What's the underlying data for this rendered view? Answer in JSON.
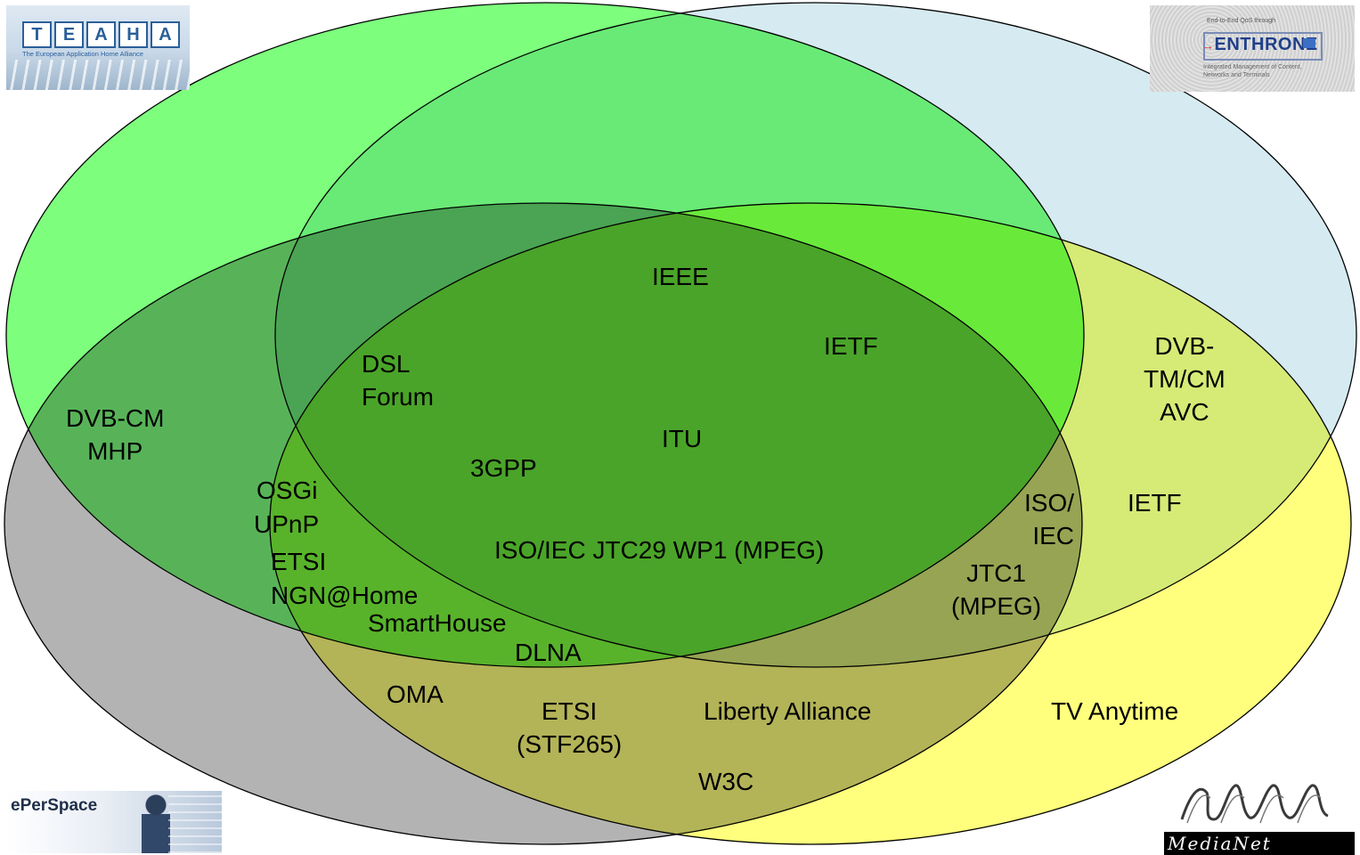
{
  "sets": [
    {
      "id": "green",
      "fill": "#66ff66"
    },
    {
      "id": "blue",
      "fill": "#cfe6ef"
    },
    {
      "id": "gray",
      "fill": "#a6a6a6"
    },
    {
      "id": "yellow",
      "fill": "#ffff66"
    }
  ],
  "labels": {
    "ieee": "IEEE",
    "ietf_center": "IETF",
    "dsl": "DSL",
    "forum": "Forum",
    "itu": "ITU",
    "threegpp": "3GPP",
    "mpeg_center": "ISO/IEC JTC29 WP1 (MPEG)",
    "dvbcm": "DVB-CM",
    "mhp": "MHP",
    "osgi": "OSGi",
    "upnp": "UPnP",
    "etsi_left": "ETSI",
    "ngn": "NGN@Home",
    "smarthouse": "SmartHouse",
    "dlna": "DLNA",
    "oma": "OMA",
    "etsi_bottom": "ETSI",
    "stf": "(STF265)",
    "liberty": "Liberty Alliance",
    "w3c": "W3C",
    "tvanytime": "TV Anytime",
    "dvb_right_1": "DVB-",
    "dvb_right_2": "TM/CM",
    "avc": "AVC",
    "ietf_right": "IETF",
    "iso_right_1": "ISO/",
    "iso_right_2": "IEC",
    "jtc1": "JTC1",
    "mpeg_right": "(MPEG)"
  },
  "logos": {
    "teaha": {
      "letters": [
        "T",
        "E",
        "A",
        "H",
        "A"
      ],
      "subtitle": "The European Application Home Alliance"
    },
    "enthrone": {
      "top": "End-to-End QoS through",
      "name": "ENTHRONE",
      "caption": "Integrated Management of Content, Networks and Terminals"
    },
    "eperspace": {
      "name": "ePerSpace"
    },
    "medianet": {
      "name": "MediaNet"
    }
  }
}
